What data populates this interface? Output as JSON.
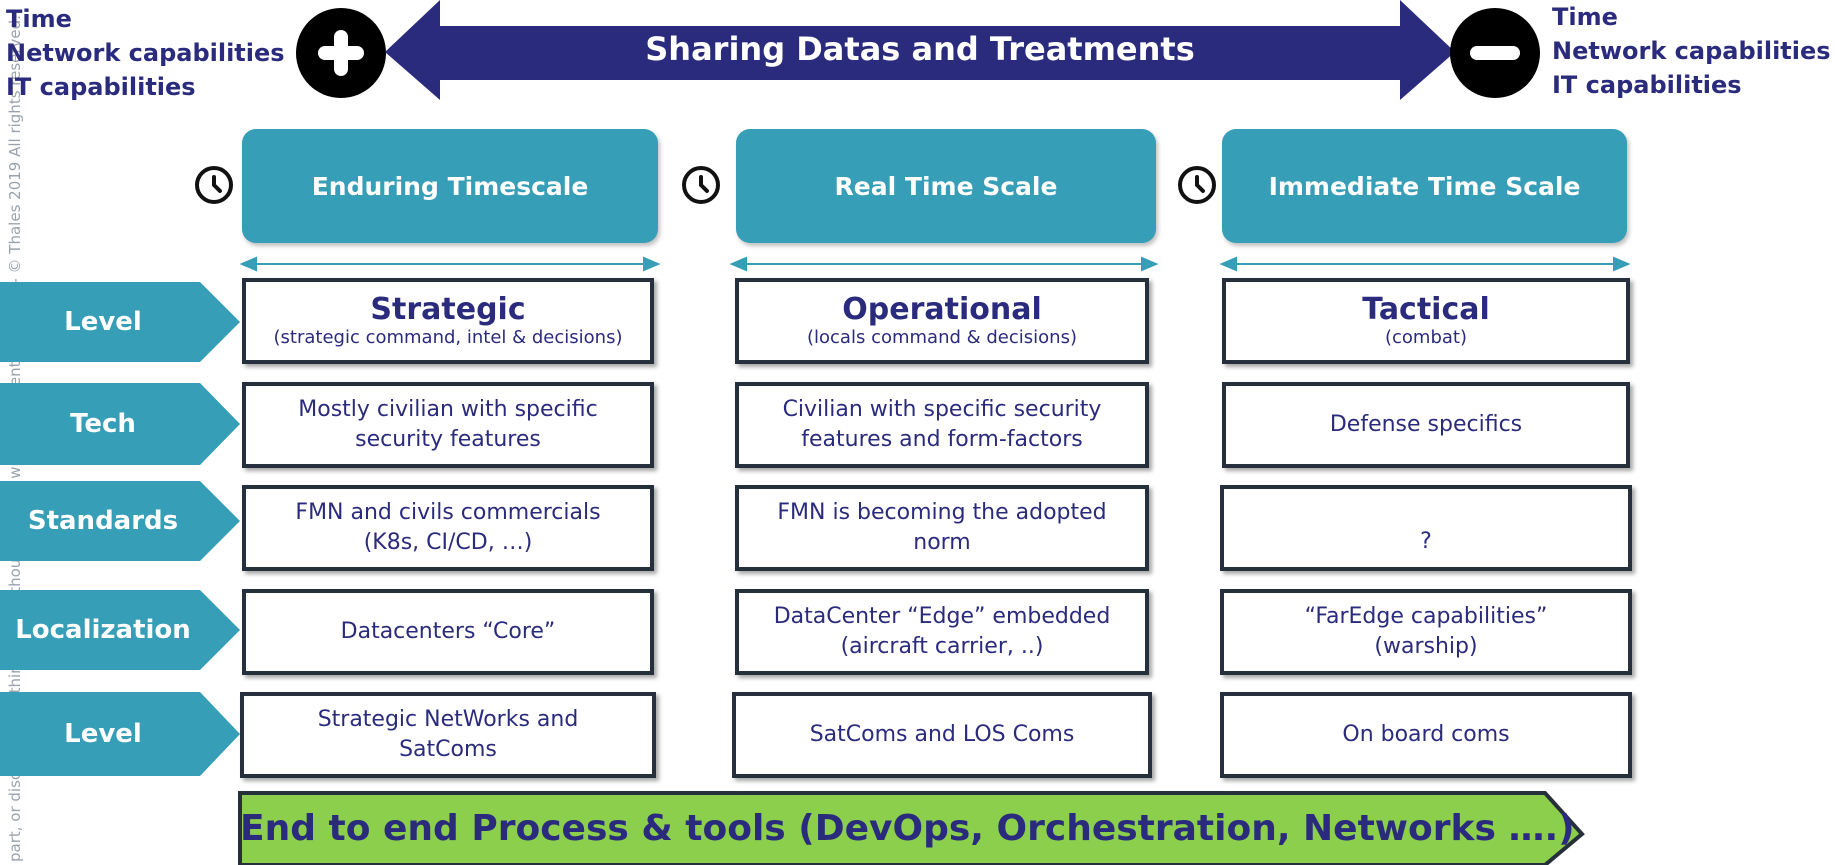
{
  "left_side": {
    "lines": [
      "Time",
      "Network capabilities",
      "IT capabilities"
    ]
  },
  "right_side": {
    "lines": [
      "Time",
      "Network capabilities",
      "IT capabilities"
    ]
  },
  "banner": {
    "title": "Sharing Datas and Treatments"
  },
  "copyright": "part, or disclosed to a third party without the prior written consent of Thales - © Thales 2019 All rights reserved.",
  "timescales": [
    {
      "label": "Enduring Timescale"
    },
    {
      "label": "Real Time Scale"
    },
    {
      "label": "Immediate Time Scale"
    }
  ],
  "rows": [
    {
      "label": "Level",
      "cells": [
        {
          "title": "Strategic",
          "sub": "(strategic command, intel & decisions)"
        },
        {
          "title": "Operational",
          "sub": "(locals command & decisions)"
        },
        {
          "title": "Tactical",
          "sub": "(combat)"
        }
      ]
    },
    {
      "label": "Tech",
      "cells": [
        {
          "lines": [
            "Mostly civilian with specific",
            "security features"
          ]
        },
        {
          "lines": [
            "Civilian with specific security",
            "features and form-factors"
          ]
        },
        {
          "lines": [
            "Defense specifics"
          ]
        }
      ]
    },
    {
      "label": "Standards",
      "cells": [
        {
          "lines": [
            "FMN and civils commercials",
            "(K8s, CI/CD, …)"
          ]
        },
        {
          "lines": [
            "FMN is becoming the adopted",
            "norm"
          ]
        },
        {
          "lines": [
            "?"
          ]
        }
      ]
    },
    {
      "label": "Localization",
      "cells": [
        {
          "lines": [
            "Datacenters “Core”"
          ]
        },
        {
          "lines": [
            "DataCenter “Edge” embedded",
            "(aircraft carrier, ..)"
          ]
        },
        {
          "lines": [
            "“FarEdge capabilities”",
            "(warship)"
          ]
        }
      ]
    },
    {
      "label": "Level",
      "cells": [
        {
          "lines": [
            "Strategic NetWorks and",
            "SatComs"
          ]
        },
        {
          "lines": [
            "SatComs and LOS Coms"
          ]
        },
        {
          "lines": [
            "On board coms"
          ]
        }
      ]
    }
  ],
  "footer": {
    "label": "End to end Process & tools (DevOps, Orchestration, Networks ….)"
  },
  "colors": {
    "navy": "#2b2b7d",
    "teal": "#369eb6",
    "green": "#8ccf4d",
    "border": "#26303d"
  }
}
